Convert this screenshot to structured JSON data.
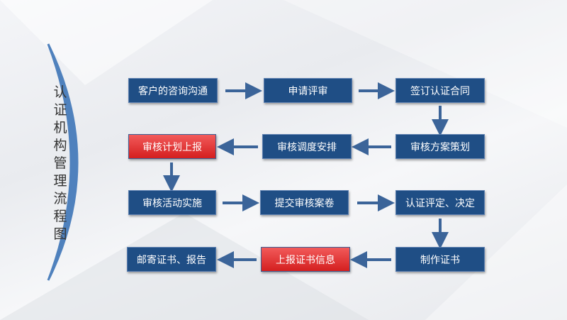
{
  "title": "认证机构管理流程图",
  "colors": {
    "box": "#1f4e85",
    "highlight": "#e03030",
    "arrow": "#3b6499",
    "bracket": "#4f81bd"
  },
  "steps": [
    {
      "label": "客户的咨询沟通",
      "highlight": false
    },
    {
      "label": "申请评审",
      "highlight": false
    },
    {
      "label": "签订认证合同",
      "highlight": false
    },
    {
      "label": "审核方案策划",
      "highlight": false
    },
    {
      "label": "审核调度安排",
      "highlight": false
    },
    {
      "label": "审核计划上报",
      "highlight": true
    },
    {
      "label": "审核活动实施",
      "highlight": false
    },
    {
      "label": "提交审核案卷",
      "highlight": false
    },
    {
      "label": "认证评定、决定",
      "highlight": false
    },
    {
      "label": "制作证书",
      "highlight": false
    },
    {
      "label": "上报证书信息",
      "highlight": true
    },
    {
      "label": "邮寄证书、报告",
      "highlight": false
    }
  ]
}
